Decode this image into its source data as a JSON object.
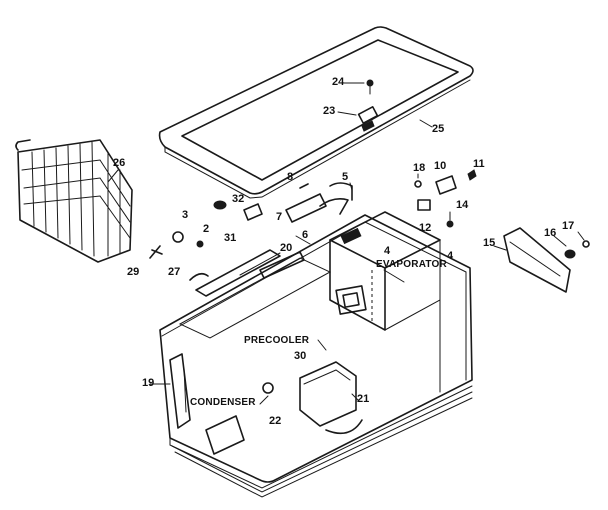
{
  "diagram": {
    "labels": {
      "n2": "2",
      "n3": "3",
      "n4": "4",
      "n4b": "4",
      "n5": "5",
      "n6": "6",
      "n7": "7",
      "n8": "8",
      "n10": "10",
      "n11": "11",
      "n12": "12",
      "n14": "14",
      "n15": "15",
      "n16": "16",
      "n17": "17",
      "n18": "18",
      "n19": "19",
      "n20": "20",
      "n21": "21",
      "n22": "22",
      "n23": "23",
      "n24": "24",
      "n25": "25",
      "n26": "26",
      "n27": "27",
      "n29": "29",
      "n30": "30",
      "n31": "31",
      "n32": "32",
      "evaporator": "EVAPORATOR",
      "precooler": "PRECOOLER",
      "condenser": "CONDENSER"
    }
  }
}
